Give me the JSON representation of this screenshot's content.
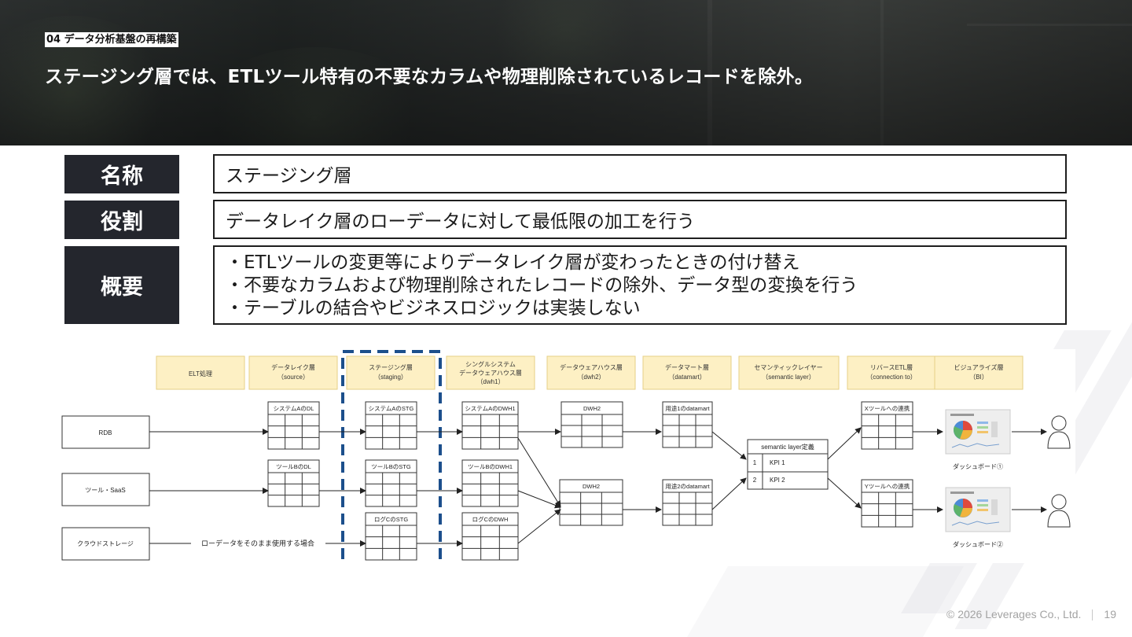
{
  "header": {
    "section_tag": "04 データ分析基盤の再構築",
    "headline": "ステージング層では、ETLツール特有の不要なカラムや物理削除されているレコードを除外。"
  },
  "table": {
    "rows": [
      {
        "label": "名称",
        "content": "ステージング層"
      },
      {
        "label": "役割",
        "content": "データレイク層のローデータに対して最低限の加工を行う"
      },
      {
        "label": "概要",
        "lines": [
          "・ETLツールの変更等によりデータレイク層が変わったときの付け替え",
          "・不要なカラムおよび物理削除されたレコードの除外、データ型の変換を行う",
          "・テーブルの結合やビジネスロジックは実装しない"
        ]
      }
    ]
  },
  "diagram": {
    "layers": [
      {
        "line1": "ELT処理",
        "line2": "",
        "line3": ""
      },
      {
        "line1": "データレイク層",
        "line2": "（source）",
        "line3": ""
      },
      {
        "line1": "ステージング層",
        "line2": "（staging）",
        "line3": ""
      },
      {
        "line1": "シングルシステム",
        "line2": "データウェアハウス層",
        "line3": "（dwh1）"
      },
      {
        "line1": "データウェアハウス層",
        "line2": "（dwh2）",
        "line3": ""
      },
      {
        "line1": "データマート層",
        "line2": "（datamart）",
        "line3": ""
      },
      {
        "line1": "セマンティックレイヤー",
        "line2": "（semantic layer）",
        "line3": ""
      },
      {
        "line1": "リバースETL層",
        "line2": "（connection to）",
        "line3": ""
      },
      {
        "line1": "ビジュアライズ層",
        "line2": "（BI）",
        "line3": ""
      }
    ],
    "sources": [
      "RDB",
      "ツール・SaaS",
      "クラウドストレージ"
    ],
    "dl_tables": [
      "システムAのDL",
      "ツールBのDL"
    ],
    "stg_tables": [
      "システムAのSTG",
      "ツールBのSTG",
      "ログCのSTG"
    ],
    "dwh1_tables": [
      "システムAのDWH1",
      "ツールBのDWH1",
      "ログCのDWH"
    ],
    "dwh2_tables": [
      "DWH2",
      "DWH2"
    ],
    "datamart_tables": [
      "用途1のdatamart",
      "用途2のdatamart"
    ],
    "semantic": {
      "title": "semantic layer定義",
      "rows": [
        {
          "num": "1",
          "name": "KPI 1"
        },
        {
          "num": "2",
          "name": "KPI 2"
        }
      ]
    },
    "reverse_etl": [
      "Xツールへの連携",
      "Yツールへの連携"
    ],
    "dashboards": [
      "ダッシュボード①",
      "ダッシュボード②"
    ],
    "raw_path_label": "ローデータをそのまま使用する場合"
  },
  "footer": {
    "copyright": "© 2026 Leverages Co., Ltd.",
    "page": "19"
  },
  "colors": {
    "label_bg": "#24262d",
    "layer_header_bg": "#fdf0c4",
    "layer_header_border": "#e6cf86",
    "staging_highlight": "#1c4f8c",
    "icon_user": "user-icon"
  }
}
